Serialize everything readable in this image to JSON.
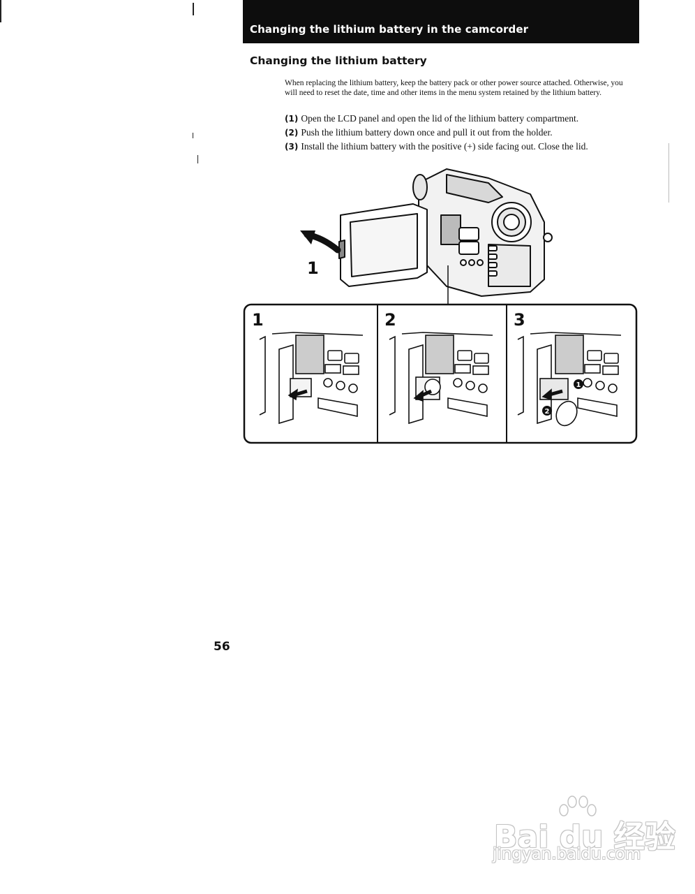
{
  "header": {
    "title": "Changing the lithium battery in the camcorder"
  },
  "section": {
    "title": "Changing the lithium battery"
  },
  "intro": "When replacing the lithium battery, keep the battery pack or other power source attached. Otherwise, you will need to reset the date, time and other items in the menu system retained by the lithium battery.",
  "steps": [
    {
      "number": "(1)",
      "text": "Open the LCD panel and open the lid of the lithium battery compartment."
    },
    {
      "number": "(2)",
      "text": "Push the lithium battery down once and pull it out from the holder."
    },
    {
      "number": "(3)",
      "text": "Install the lithium battery with the positive (+) side facing out. Close the lid."
    }
  ],
  "illustration": {
    "arrow_label": "1",
    "panels": [
      {
        "label": "1"
      },
      {
        "label": "2"
      },
      {
        "label": "3",
        "markers": [
          "1",
          "2"
        ]
      }
    ]
  },
  "page_number": "56",
  "watermark": {
    "text": "Bai du 经验",
    "url": "jingyan.baidu.com"
  }
}
